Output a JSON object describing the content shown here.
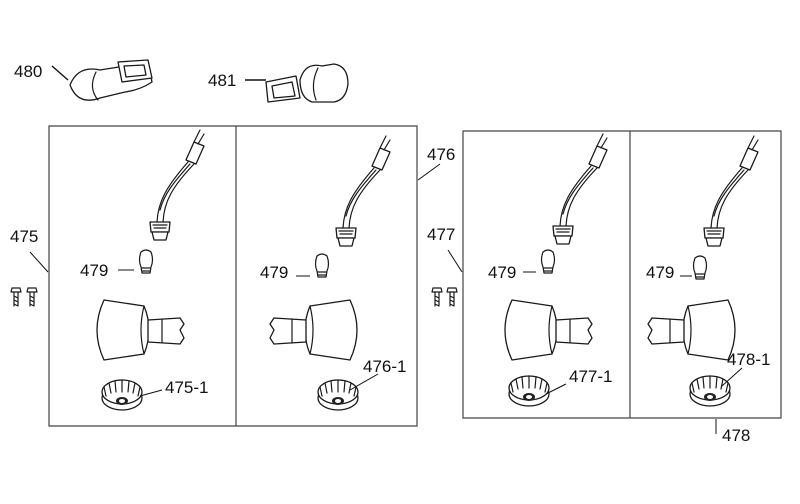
{
  "callouts": {
    "c480": "480",
    "c481": "481",
    "c475": "475",
    "c476": "476",
    "c477": "477",
    "c478": "478",
    "c479_a": "479",
    "c479_b": "479",
    "c479_c": "479",
    "c479_d": "479",
    "c475_1": "475-1",
    "c476_1": "476-1",
    "c477_1": "477-1",
    "c478_1": "478-1"
  },
  "icons": {
    "bulb": "bulb-icon",
    "socket_harness": "socket-harness-icon",
    "lens": "turn-signal-lens-icon",
    "mount_nut": "mount-nut-icon",
    "screw": "screw-icon",
    "cover": "rubber-cover-icon"
  }
}
